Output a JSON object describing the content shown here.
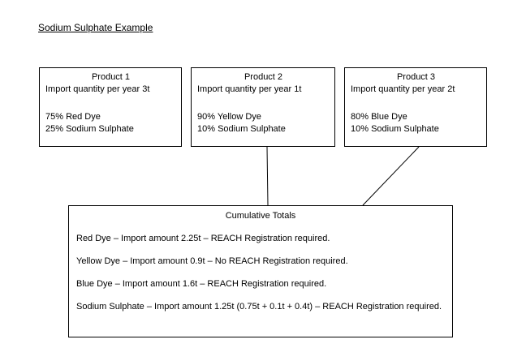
{
  "title": "Sodium Sulphate Example",
  "products": [
    {
      "name": "Product 1",
      "import_quantity": "Import quantity per year 3t",
      "components": [
        "75% Red Dye",
        "25% Sodium Sulphate"
      ]
    },
    {
      "name": "Product 2",
      "import_quantity": "Import quantity per year 1t",
      "components": [
        "90% Yellow Dye",
        "10% Sodium Sulphate"
      ]
    },
    {
      "name": "Product 3",
      "import_quantity": "Import quantity per year 2t",
      "components": [
        "80% Blue Dye",
        "10% Sodium Sulphate"
      ]
    }
  ],
  "totals": {
    "heading": "Cumulative Totals",
    "lines": [
      "Red Dye – Import amount 2.25t – REACH Registration required.",
      "Yellow Dye – Import amount 0.9t – No REACH Registration required.",
      "Blue Dye – Import amount 1.6t – REACH Registration required.",
      "Sodium Sulphate – Import amount 1.25t (0.75t + 0.1t + 0.4t) – REACH Registration required."
    ]
  }
}
